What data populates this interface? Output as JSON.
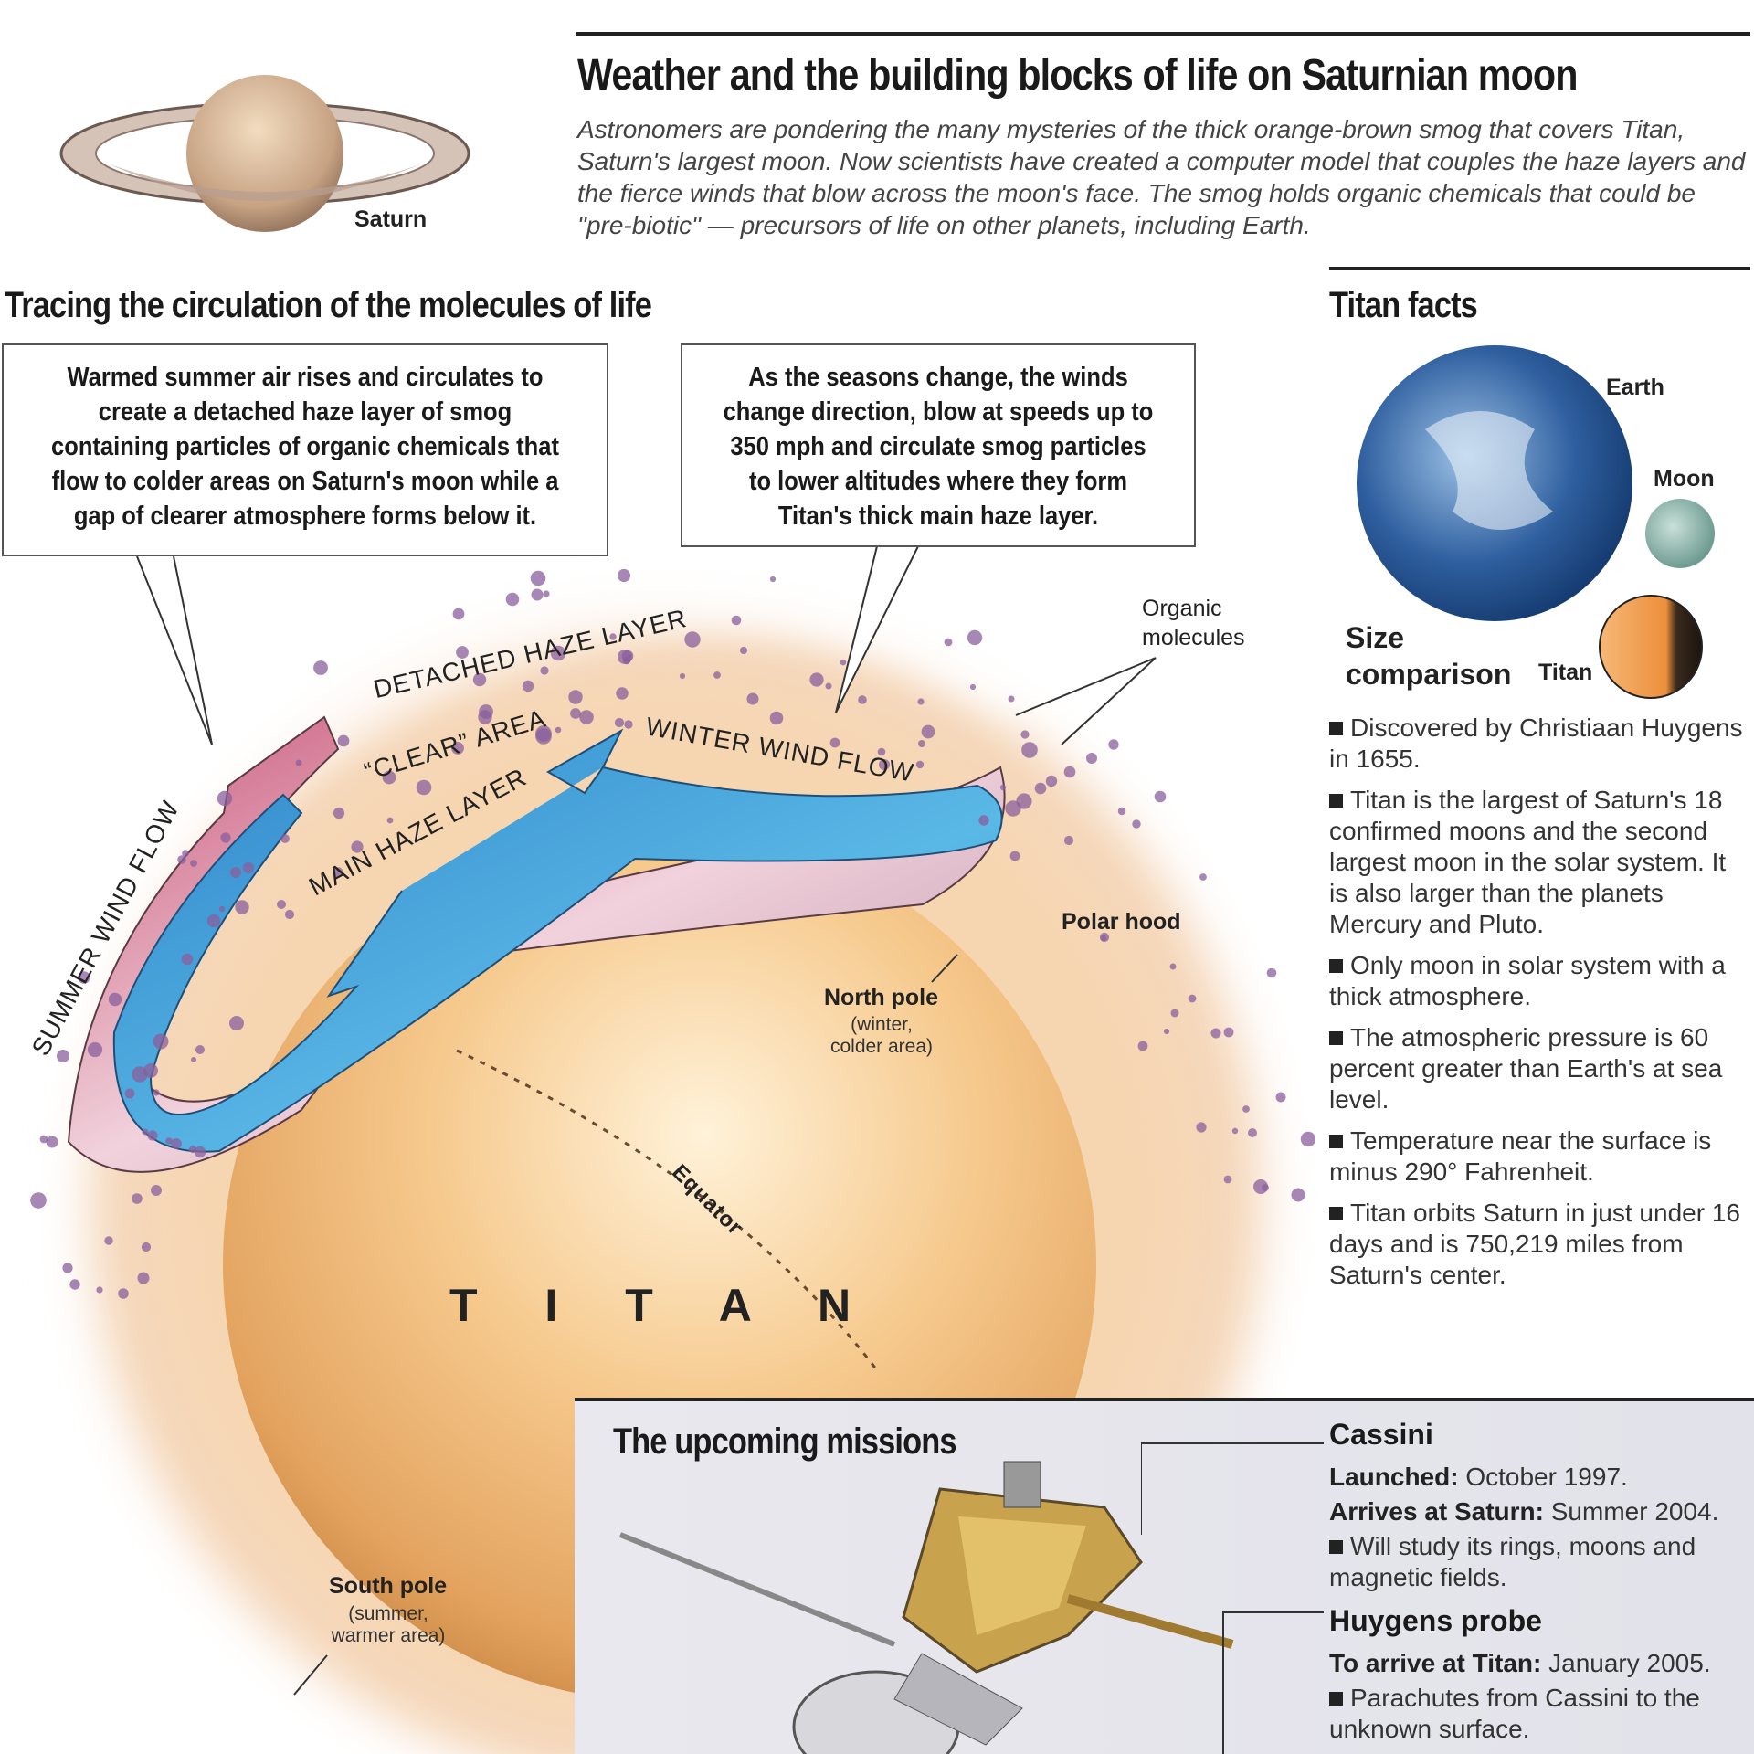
{
  "header": {
    "title": "Weather and the building blocks of life on Saturnian moon",
    "intro": "Astronomers are pondering the many mysteries of the thick orange-brown smog that covers Titan, Saturn's largest moon. Now scientists have created a computer model that couples the haze layers and the fierce winds that blow across the moon's face. The smog holds organic chemicals that could be \"pre-biotic\" — precursors of life on other planets, including Earth.",
    "saturn_label": "Saturn"
  },
  "circulation": {
    "heading": "Tracing the circulation of the molecules of life",
    "callout_summer": "Warmed summer air rises and circulates to create a detached haze layer of smog containing particles of organic chemicals that flow to colder areas on Saturn's  moon while a gap of clearer atmosphere forms below it.",
    "callout_winter": "As the seasons change, the winds change direction, blow at speeds up to 350 mph and circulate smog particles to lower altitudes where they form Titan's thick main haze layer.",
    "labels": {
      "detached": "DETACHED HAZE LAYER",
      "clear": "“CLEAR” AREA",
      "main": "MAIN HAZE LAYER",
      "winter_flow": "WINTER WIND FLOW",
      "summer_flow": "SUMMER WIND FLOW",
      "organic": "Organic molecules",
      "polar_hood": "Polar hood",
      "north_pole": "North pole",
      "north_pole_sub": "(winter, colder area)",
      "equator": "Equator",
      "titan": "T I T A N",
      "south_pole": "South pole",
      "south_pole_sub": "(summer, warmer area)"
    }
  },
  "facts": {
    "heading": "Titan facts",
    "size_comparison": "Size comparison",
    "earth": "Earth",
    "moon": "Moon",
    "titan": "Titan",
    "items": [
      "Discovered by Christiaan Huygens in 1655.",
      "Titan is the largest of Saturn's 18 confirmed moons and the second largest moon in the solar system. It is also larger than the planets Mercury and Pluto.",
      "Only moon in solar system with a thick atmosphere.",
      "The atmospheric pressure is 60 percent greater than Earth's at sea level.",
      "Temperature near the surface is minus 290° Fahrenheit.",
      "Titan orbits Saturn in just under 16 days and is 750,219 miles from Saturn's center."
    ]
  },
  "missions": {
    "heading": "The upcoming missions",
    "cassini": {
      "name": "Cassini",
      "launched_label": "Launched:",
      "launched": "October 1997.",
      "arrives_label": "Arrives at Saturn:",
      "arrives": "Summer 2004.",
      "note": "Will study its rings, moons and magnetic fields."
    },
    "huygens": {
      "name": "Huygens probe",
      "arrive_label": "To arrive at Titan:",
      "arrive": "January 2005.",
      "note": "Parachutes from Cassini to the unknown surface."
    }
  }
}
